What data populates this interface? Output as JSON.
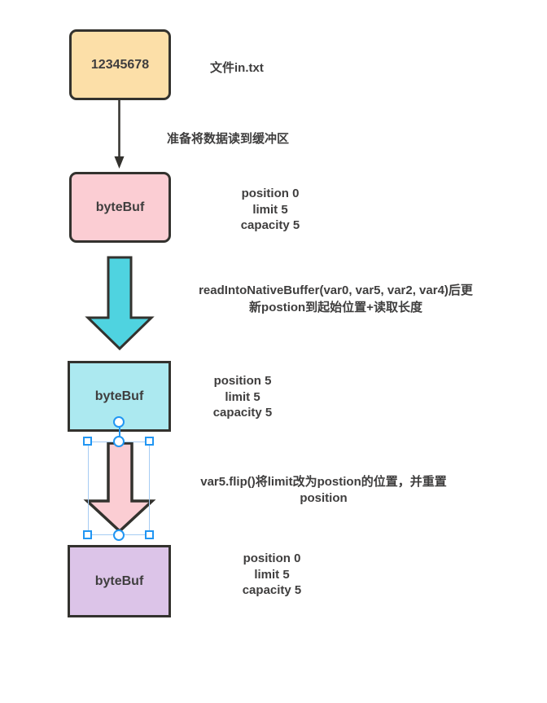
{
  "nodes": {
    "file": {
      "label": "12345678"
    },
    "buf1": {
      "label": "byteBuf",
      "state": [
        "position 0",
        "limit 5",
        "capacity 5"
      ]
    },
    "buf2": {
      "label": "byteBuf",
      "state": [
        "position 5",
        "limit 5",
        "capacity 5"
      ]
    },
    "buf3": {
      "label": "byteBuf",
      "state": [
        "position 0",
        "limit 5",
        "capacity 5"
      ]
    }
  },
  "annotations": {
    "file": "文件in.txt",
    "step1": "准备将数据读到缓冲区",
    "step2_lines": [
      "readIntoNativeBuffer(var0, var5, var2, var4)后更",
      "新postion到起始位置+读取长度"
    ],
    "step3_lines": [
      "var5.flip()将limit改为postion的位置，并重置",
      "position"
    ]
  },
  "colors": {
    "file_box_fill": "#FCDFA8",
    "buf1_fill": "#FBCDD3",
    "buf2_fill": "#ACE9F0",
    "buf3_fill": "#DCC4E8",
    "big_arrow_cyan_fill": "#4FD3E0",
    "big_arrow_pink_fill": "#FBCDD3",
    "shape_stroke": "#33322E",
    "text": "#3F3E3E",
    "selection_accent": "#2196F3",
    "selection_outline": "#A6CCF3"
  }
}
